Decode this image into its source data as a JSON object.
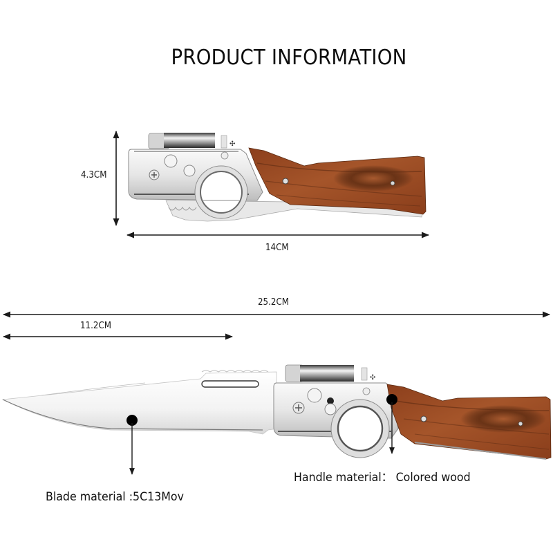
{
  "title": "PRODUCT INFORMATION",
  "folded_view": {
    "height_label": "4.3CM",
    "length_label": "14CM"
  },
  "open_view": {
    "total_length_label": "25.2CM",
    "blade_length_label": "11.2CM",
    "blade_material_label": "Blade material :5C13Mov",
    "handle_material_label": "Handle material： Colored wood"
  },
  "colors": {
    "background": "#ffffff",
    "text": "#111111",
    "steel_light": "#f2f2f2",
    "steel_mid": "#c9c9c9",
    "steel_dark": "#6e6e6e",
    "wood_base": "#9a4a22",
    "wood_dark": "#4a2410",
    "wood_light": "#b8653a"
  },
  "icons": {
    "dimension_arrow": "double-headed-arrow",
    "callout_pointer": "dot-with-down-arrow"
  }
}
